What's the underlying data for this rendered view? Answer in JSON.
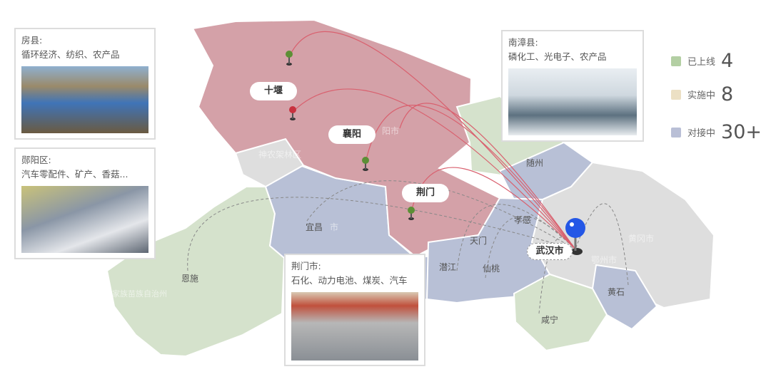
{
  "legend": [
    {
      "label": "已上线",
      "value": "4",
      "color": "#b3cfa3"
    },
    {
      "label": "实施中",
      "value": "8",
      "color": "#ece0c4"
    },
    {
      "label": "对接中",
      "value": "30+",
      "color": "#b9bfd6"
    }
  ],
  "cards": {
    "fangxian": {
      "title": "房县:",
      "industries": "循环经济、纺织、农产品"
    },
    "yunyang": {
      "title": "郧阳区:",
      "industries": "汽车零配件、矿产、香菇..."
    },
    "nanzhang": {
      "title": "南漳县:",
      "industries": "磷化工、光电子、农产品"
    },
    "jingmen": {
      "title": "荆门市:",
      "industries": "石化、动力电池、煤炭、汽车"
    }
  },
  "city_labels": {
    "shiyan": "十堰",
    "xiangyang": "襄阳",
    "jingmen": "荆门",
    "wuhan": "武汉市"
  },
  "places": {
    "suizhou": "随州",
    "xiaogan": "孝感",
    "tianmen": "天门",
    "qianjiang": "潜江",
    "xiantao": "仙桃",
    "yichang": "宜昌",
    "enshi": "恩施",
    "xianning": "咸宁",
    "huangshi": "黄石"
  },
  "watermarks": {
    "shennongjia": "神农架林区",
    "xiangyangshi": "阳市",
    "huanggang": "黄冈市",
    "ezhou": "鄂州市",
    "enshizhou": "恩施土家族苗族自治州",
    "yichangshi": "市"
  },
  "colors": {
    "online": "#d4a1a8",
    "implementing": "#d5e2cc",
    "docking": "#b8c0d6",
    "other": "#dedede",
    "arc": "#d9606e",
    "hub_pin": "#2457e6"
  }
}
